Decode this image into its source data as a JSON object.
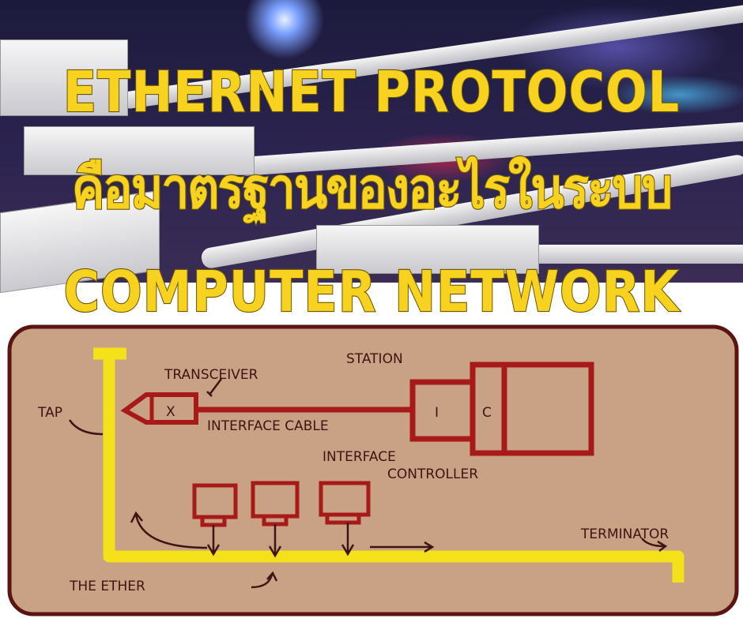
{
  "title": {
    "line1": "ETHERNET PROTOCOL",
    "line2": "คือมาตรฐานของอะไรในระบบ",
    "line3": "COMPUTER NETWORK"
  },
  "diagram": {
    "labels": {
      "station": "STATION",
      "transceiver": "TRANSCEIVER",
      "tap": "TAP",
      "x": "X",
      "interface_cable": "INTERFACE CABLE",
      "i": "I",
      "c": "C",
      "interface": "INTERFACE",
      "controller": "CONTROLLER",
      "terminator": "TERMINATOR",
      "the_ether": "THE ETHER"
    },
    "colors": {
      "ether": "#f5e11a",
      "ink": "#a81a1a",
      "paper": "#c9a184",
      "frame": "#5a1412"
    }
  }
}
